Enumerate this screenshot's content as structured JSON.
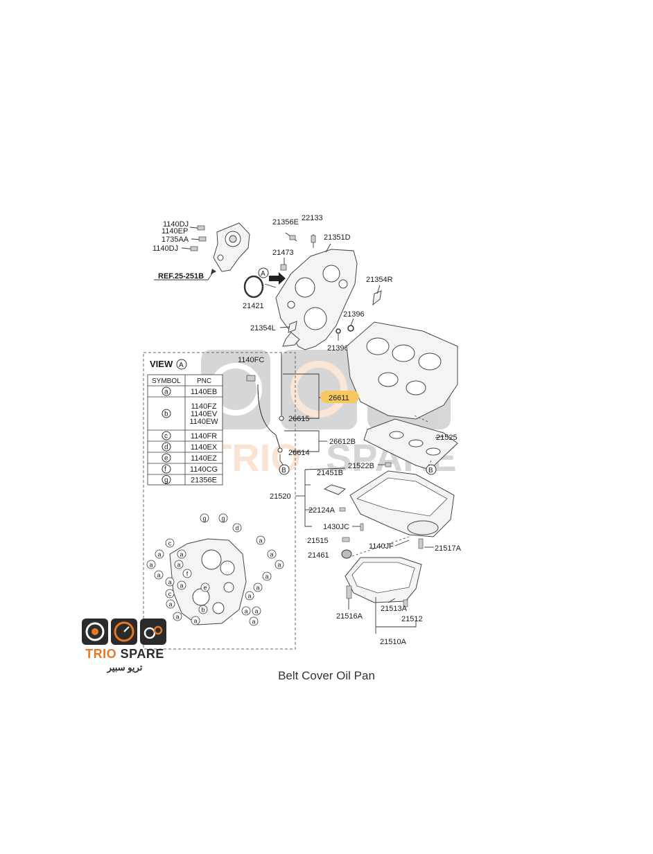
{
  "caption": "Belt Cover Oil Pan",
  "brand": {
    "name_orange": "TRIO",
    "name_dark": "SPARE",
    "arabic": "تريو سبير"
  },
  "ref_label": "REF.25-251B",
  "view_box": {
    "title": "VIEW",
    "view_letter": "A",
    "headers": [
      "SYMBOL",
      "PNC"
    ],
    "rows": [
      {
        "symbol": "a",
        "pnc": "1140EB"
      },
      {
        "symbol": "b",
        "pnc": "1140FZ\n1140EV\n1140EW"
      },
      {
        "symbol": "c",
        "pnc": "1140FR"
      },
      {
        "symbol": "d",
        "pnc": "1140EX"
      },
      {
        "symbol": "e",
        "pnc": "1140EZ"
      },
      {
        "symbol": "f",
        "pnc": "1140CG"
      },
      {
        "symbol": "g",
        "pnc": "21356E"
      }
    ]
  },
  "highlighted_part": "26611",
  "callouts": {
    "A": "A",
    "B": "B"
  },
  "parts": {
    "p1140DJ_a": "1140DJ",
    "p1140EP": "1140EP",
    "p1735AA": "1735AA",
    "p1140DJ_b": "1140DJ",
    "p21356E": "21356E",
    "p22133": "22133",
    "p21351D": "21351D",
    "p21473": "21473",
    "p21421": "21421",
    "p21354R": "21354R",
    "p21396_a": "21396",
    "p21354L": "21354L",
    "p21396_b": "21396",
    "p1140FC": "1140FC",
    "p26615": "26615",
    "p26612B": "26612B",
    "p26614": "26614",
    "p21525": "21525",
    "p21522B": "21522B",
    "p21451B": "21451B",
    "p21520": "21520",
    "p22124A": "22124A",
    "p1430JC": "1430JC",
    "p21515": "21515",
    "p21461": "21461",
    "p1140JF": "1140JF",
    "p21517A": "21517A",
    "p21516A": "21516A",
    "p21513A": "21513A",
    "p21512": "21512",
    "p21510A": "21510A"
  },
  "view_detail_letters": [
    "g",
    "g",
    "c",
    "d",
    "a",
    "a",
    "a",
    "a",
    "a",
    "a",
    "a",
    "f",
    "a",
    "a",
    "a",
    "a",
    "a",
    "c",
    "a",
    "a",
    "b",
    "e",
    "a",
    "a",
    "a",
    "a",
    "a"
  ]
}
